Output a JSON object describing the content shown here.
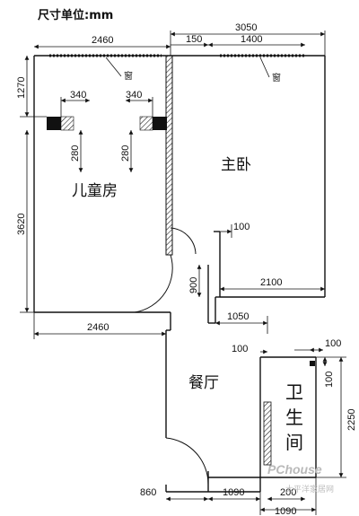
{
  "title": "尺寸单位:mm",
  "rooms": {
    "kids_room": "儿童房",
    "master_bedroom": "主卧",
    "dining": "餐厅",
    "bathroom": [
      "卫",
      "生",
      "间"
    ]
  },
  "window_label": "窗",
  "dimensions": {
    "kids_width_top": "2460",
    "master_width_total": "3050",
    "wall_offset": "150",
    "master_window": "1400",
    "sill_height": "1270",
    "win_left_width": "340",
    "win_right_width": "340",
    "win_left_depth": "280",
    "win_right_depth": "280",
    "kids_depth": "3620",
    "door_gap": "100",
    "stub_height": "900",
    "master_bottom_wall": "2100",
    "corridor_step": "1050",
    "kids_bottom_width": "2460",
    "bath_offset": "100",
    "bath_corner_h": "100",
    "bath_corner_v": "100",
    "bath_depth": "2250",
    "entry_width": "860",
    "dining_bottom": "1090",
    "bath_stub": "200",
    "bath_width": "1090"
  },
  "watermark": {
    "brand": "PChouse",
    "sub": "太平洋家居网"
  }
}
